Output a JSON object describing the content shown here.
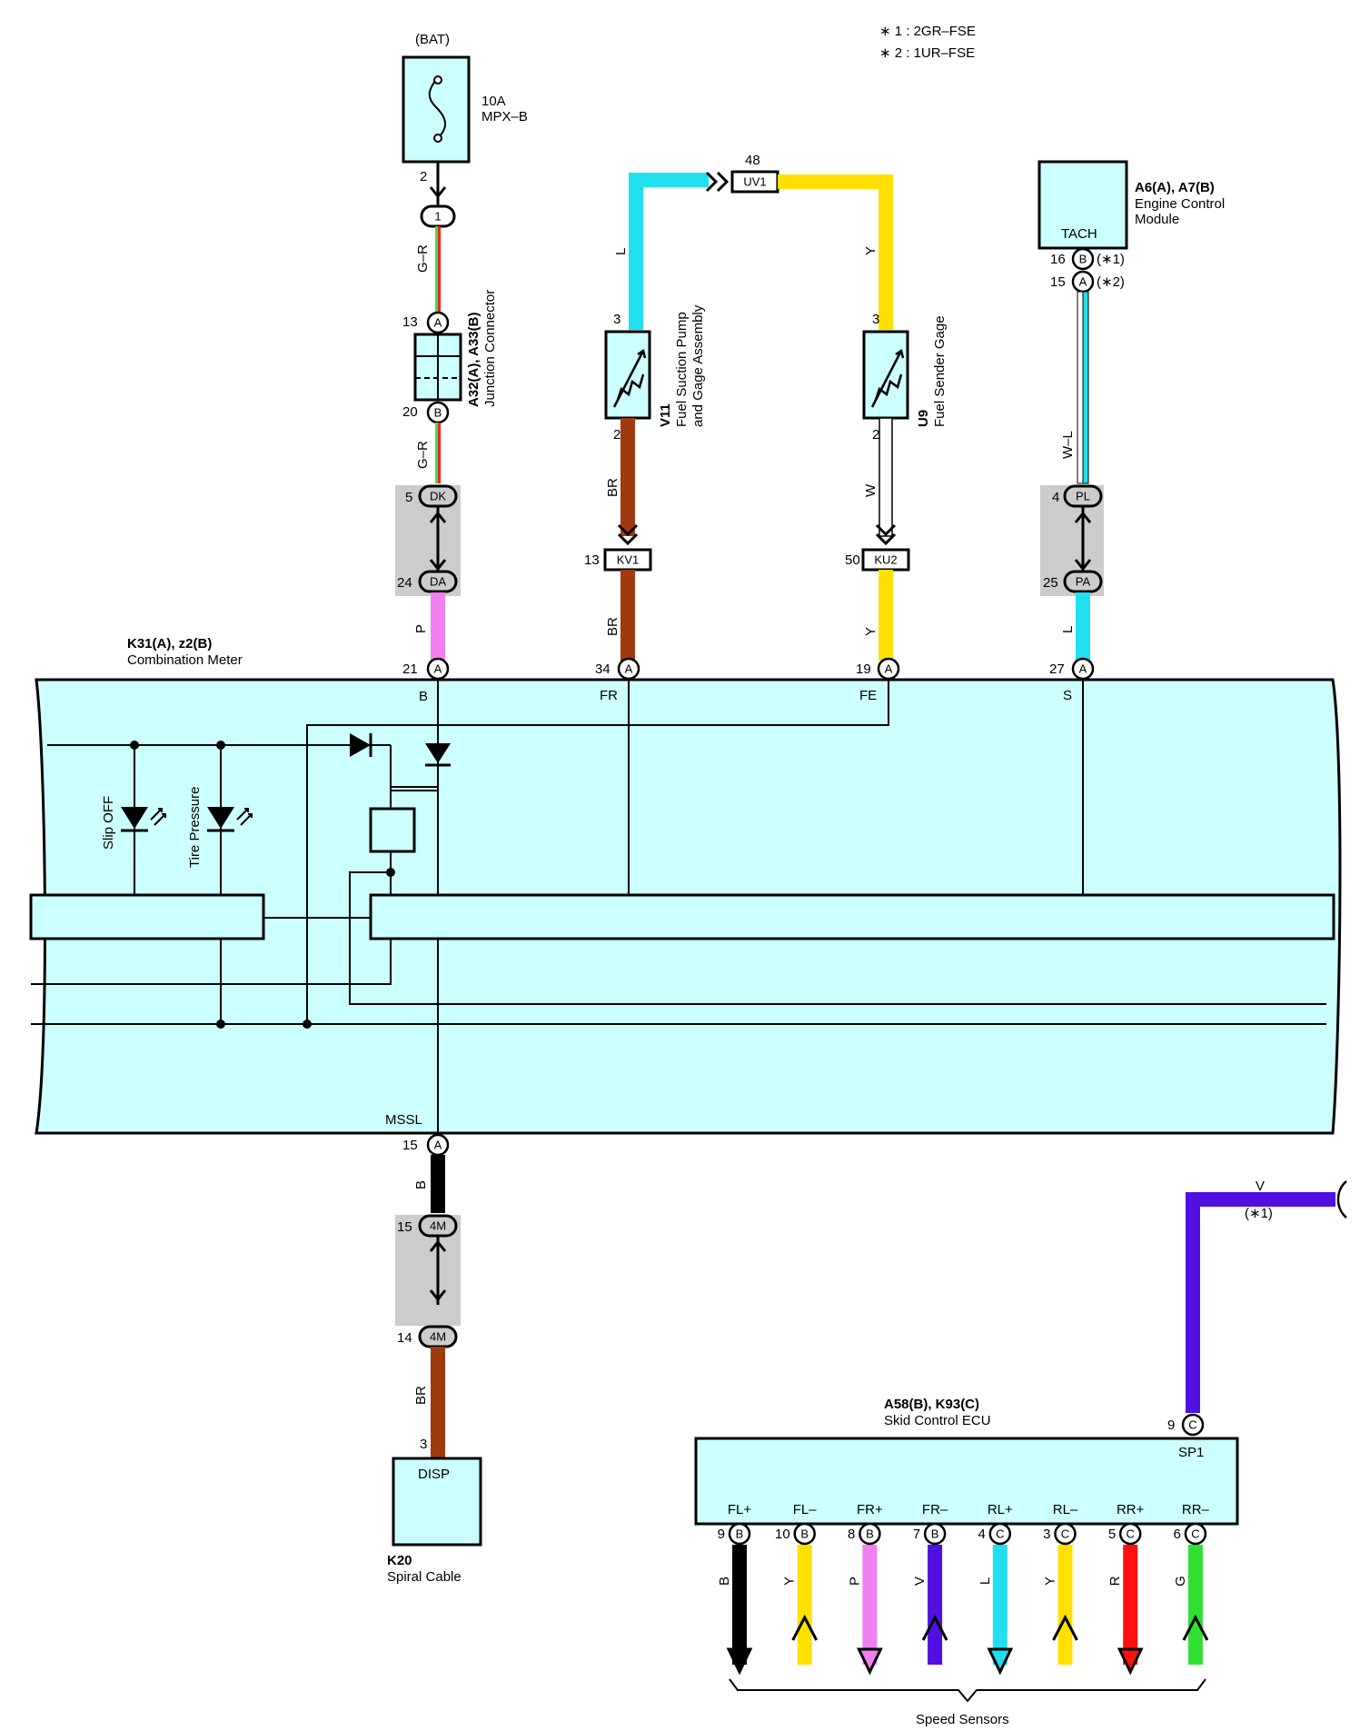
{
  "notes": [
    "∗ 1 : 2GR–FSE",
    "∗ 2 : 1UR–FSE"
  ],
  "battery": {
    "label": "(BAT)",
    "fuse_amp": "10A",
    "fuse_name": "MPX–B",
    "pin": "2",
    "in_conn": "1"
  },
  "junction": {
    "id": "A32(A), A33(B)",
    "name": "Junction Connector",
    "pin_top": "13",
    "conn_top": "A",
    "pin_bottom": "20",
    "conn_bottom": "B",
    "wire": "G–R"
  },
  "conn_dk": {
    "pin": "5",
    "code": "DK"
  },
  "conn_da": {
    "pin": "24",
    "code": "DA",
    "wire": "P"
  },
  "meter": {
    "id": "K31(A), z2(B)",
    "name": "Combination Meter",
    "pins": [
      {
        "pin": "21",
        "conn": "A",
        "term": "B"
      },
      {
        "pin": "34",
        "conn": "A",
        "term": "FR"
      },
      {
        "pin": "19",
        "conn": "A",
        "term": "FE"
      },
      {
        "pin": "27",
        "conn": "A",
        "term": "S"
      }
    ],
    "bottom": {
      "pin": "15",
      "conn": "A",
      "term": "MSSL"
    },
    "led1": "Slip OFF",
    "led2": "Tire Pressure"
  },
  "uv1": {
    "pin": "48",
    "code": "UV1"
  },
  "pump": {
    "id": "V11",
    "name1": "Fuel Suction Pump",
    "name2": "and Gage Assembly",
    "pin_top": "3",
    "pin_bottom": "2",
    "wire_top": "L",
    "wire_bottom": "BR"
  },
  "kv1": {
    "pin": "13",
    "code": "KV1",
    "wire": "BR"
  },
  "gage": {
    "id": "U9",
    "name": "Fuel Sender Gage",
    "pin_top": "3",
    "pin_bottom": "2",
    "wire_top": "Y",
    "wire_bottom": "W"
  },
  "ku2": {
    "pin": "50",
    "code": "KU2",
    "wire": "Y"
  },
  "ecm": {
    "id": "A6(A), A7(B)",
    "name1": "Engine Control",
    "name2": "Module",
    "term": "TACH",
    "pin1": "16",
    "conn1": "B",
    "note1": "(∗1)",
    "pin2": "15",
    "conn2": "A",
    "note2": "(∗2)",
    "wire": "W–L"
  },
  "conn_pl": {
    "pin": "4",
    "code": "PL"
  },
  "conn_pa": {
    "pin": "25",
    "code": "PA",
    "wire": "L"
  },
  "lower": {
    "wire_top": "B",
    "c1_pin": "15",
    "c1_code": "4M",
    "c2_pin": "14",
    "c2_code": "4M",
    "wire_bottom": "BR"
  },
  "spiral": {
    "pin": "3",
    "term": "DISP",
    "id": "K20",
    "name": "Spiral Cable"
  },
  "sp1_wire": {
    "color": "V",
    "note": "(∗1)"
  },
  "ecu": {
    "id": "A58(B), K93(C)",
    "name": "Skid Control ECU",
    "sp1": {
      "pin": "9",
      "conn": "C",
      "term": "SP1"
    },
    "terms": [
      {
        "term": "FL+",
        "pin": "9",
        "conn": "B",
        "wire": "B",
        "color": "#000000",
        "dir": "down"
      },
      {
        "term": "FL–",
        "pin": "10",
        "conn": "B",
        "wire": "Y",
        "color": "#ffe000",
        "dir": "up"
      },
      {
        "term": "FR+",
        "pin": "8",
        "conn": "B",
        "wire": "P",
        "color": "#f080f0",
        "dir": "down"
      },
      {
        "term": "FR–",
        "pin": "7",
        "conn": "B",
        "wire": "V",
        "color": "#5010e0",
        "dir": "up"
      },
      {
        "term": "RL+",
        "pin": "4",
        "conn": "C",
        "wire": "L",
        "color": "#20e0f0",
        "dir": "down"
      },
      {
        "term": "RL–",
        "pin": "3",
        "conn": "C",
        "wire": "Y",
        "color": "#ffe000",
        "dir": "up"
      },
      {
        "term": "RR+",
        "pin": "5",
        "conn": "C",
        "wire": "R",
        "color": "#ff1010",
        "dir": "down"
      },
      {
        "term": "RR–",
        "pin": "6",
        "conn": "C",
        "wire": "G",
        "color": "#30e030",
        "dir": "up"
      }
    ]
  },
  "speed_sensors": "Speed Sensors",
  "colors": {
    "box": "#ccffff",
    "shade": "#cccccc",
    "gr_green": "#40e040",
    "gr_red": "#ff2020",
    "pink": "#f080f0",
    "cyan": "#20e0f0",
    "yellow": "#ffe000",
    "brown": "#a03a10",
    "black": "#000000",
    "violet": "#5010e0"
  }
}
